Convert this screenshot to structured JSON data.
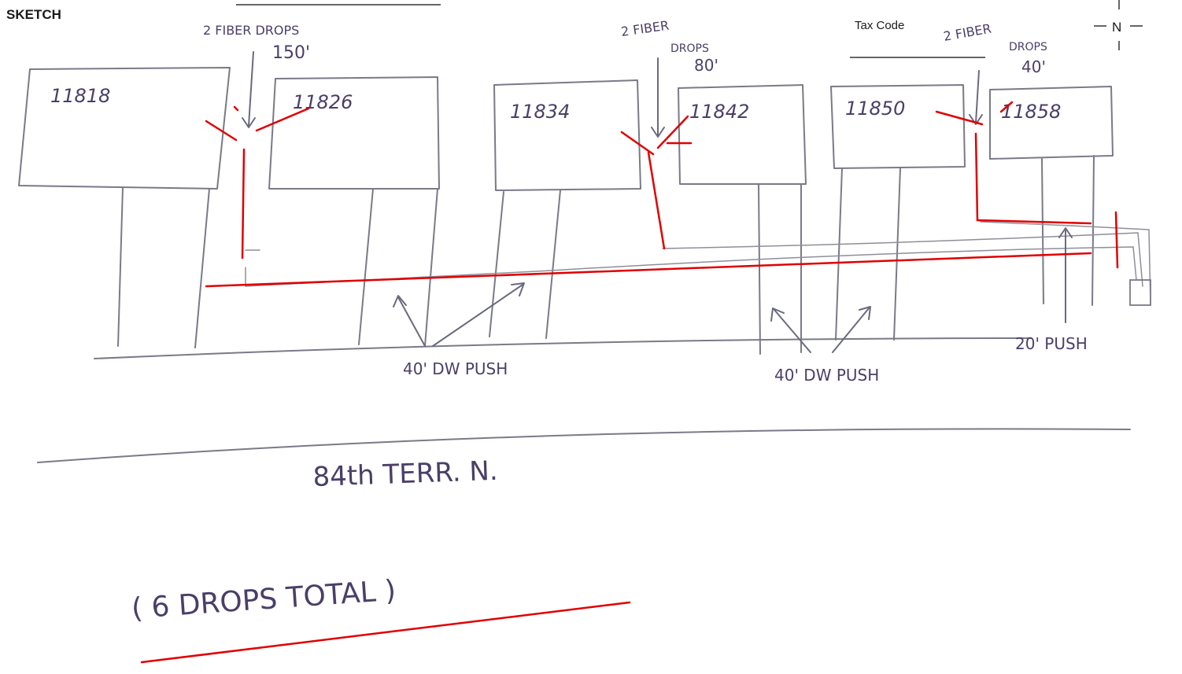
{
  "header": {
    "sketch_label": "SKETCH",
    "tax_code_label": "Tax Code",
    "north_label": "N"
  },
  "houses": [
    {
      "number": "11818"
    },
    {
      "number": "11826"
    },
    {
      "number": "11834"
    },
    {
      "number": "11842"
    },
    {
      "number": "11850"
    },
    {
      "number": "11858"
    }
  ],
  "drop_notes": [
    {
      "line1": "2 FIBER DROPS",
      "line2": "150'"
    },
    {
      "line1": "2 FIBER",
      "line2": "DROPS",
      "line3": "80'"
    },
    {
      "line1": "2 FIBER",
      "line2": "DROPS",
      "line3": "40'"
    }
  ],
  "push_labels": [
    {
      "text": "40' DW PUSH"
    },
    {
      "text": "40' DW PUSH"
    },
    {
      "text": "20' PUSH"
    }
  ],
  "street": {
    "name": "84th TERR. N."
  },
  "summary": {
    "text": "( 6 DROPS TOTAL )"
  },
  "colors": {
    "pencil": "#7a7a88",
    "ink": "#4a3f68",
    "fiber_red": "#e00000"
  }
}
